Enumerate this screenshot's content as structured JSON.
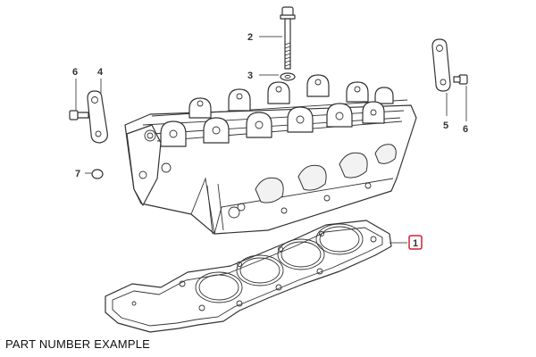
{
  "caption": "PART NUMBER EXAMPLE",
  "highlight_color": "#cc2233",
  "callouts": {
    "c1": "1",
    "c2": "2",
    "c3": "3",
    "c4": "4",
    "c5": "5",
    "c6a": "6",
    "c6b": "6",
    "c7": "7"
  }
}
